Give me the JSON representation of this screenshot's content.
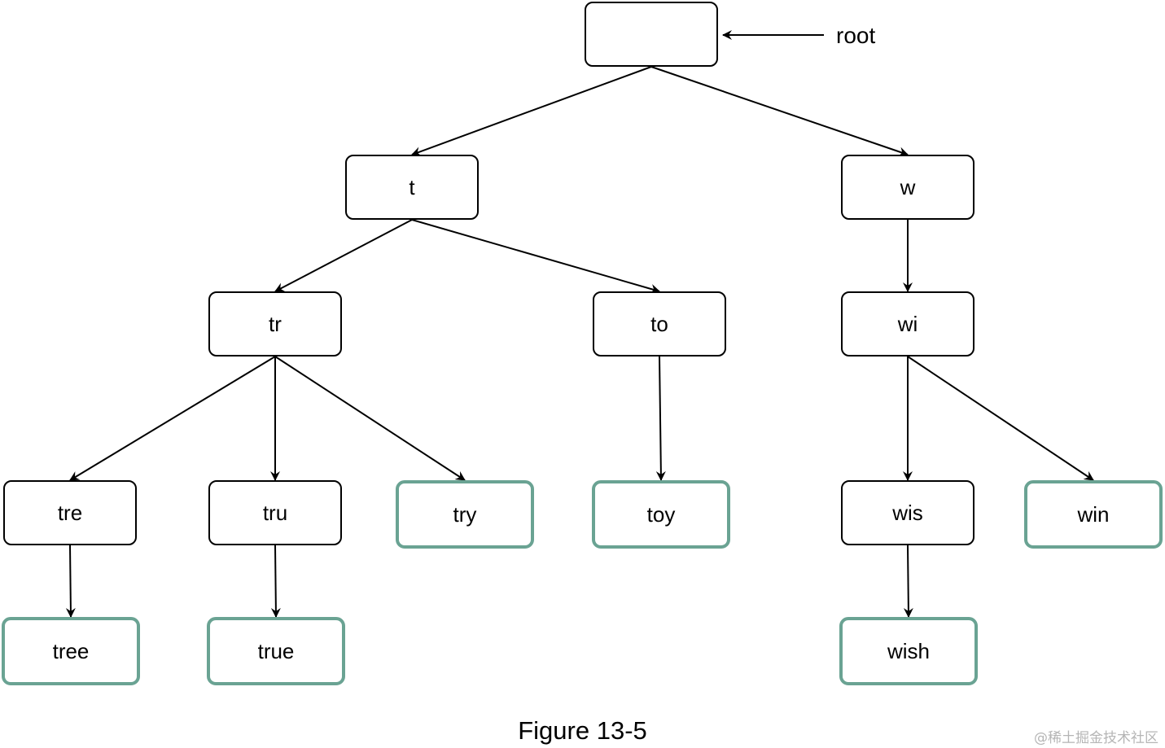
{
  "diagram": {
    "root_pointer_label": "root",
    "caption": "Figure 13-5",
    "watermark": "@稀土掘金技术社区",
    "nodes": [
      {
        "id": "root",
        "label": "",
        "is_word": false
      },
      {
        "id": "t",
        "label": "t",
        "is_word": false
      },
      {
        "id": "w",
        "label": "w",
        "is_word": false
      },
      {
        "id": "tr",
        "label": "tr",
        "is_word": false
      },
      {
        "id": "to",
        "label": "to",
        "is_word": false
      },
      {
        "id": "wi",
        "label": "wi",
        "is_word": false
      },
      {
        "id": "tre",
        "label": "tre",
        "is_word": false
      },
      {
        "id": "tru",
        "label": "tru",
        "is_word": false
      },
      {
        "id": "try",
        "label": "try",
        "is_word": true
      },
      {
        "id": "toy",
        "label": "toy",
        "is_word": true
      },
      {
        "id": "wis",
        "label": "wis",
        "is_word": false
      },
      {
        "id": "win",
        "label": "win",
        "is_word": true
      },
      {
        "id": "tree",
        "label": "tree",
        "is_word": true
      },
      {
        "id": "true",
        "label": "true",
        "is_word": true
      },
      {
        "id": "wish",
        "label": "wish",
        "is_word": true
      }
    ],
    "edges": [
      [
        "root",
        "t"
      ],
      [
        "root",
        "w"
      ],
      [
        "t",
        "tr"
      ],
      [
        "t",
        "to"
      ],
      [
        "w",
        "wi"
      ],
      [
        "tr",
        "tre"
      ],
      [
        "tr",
        "tru"
      ],
      [
        "tr",
        "try"
      ],
      [
        "to",
        "toy"
      ],
      [
        "wi",
        "wis"
      ],
      [
        "wi",
        "win"
      ],
      [
        "tre",
        "tree"
      ],
      [
        "tru",
        "true"
      ],
      [
        "wis",
        "wish"
      ]
    ],
    "colors": {
      "node_border": "#000000",
      "word_node_border": "#6aa393",
      "edge": "#000000",
      "watermark": "#b5b5b5"
    }
  }
}
